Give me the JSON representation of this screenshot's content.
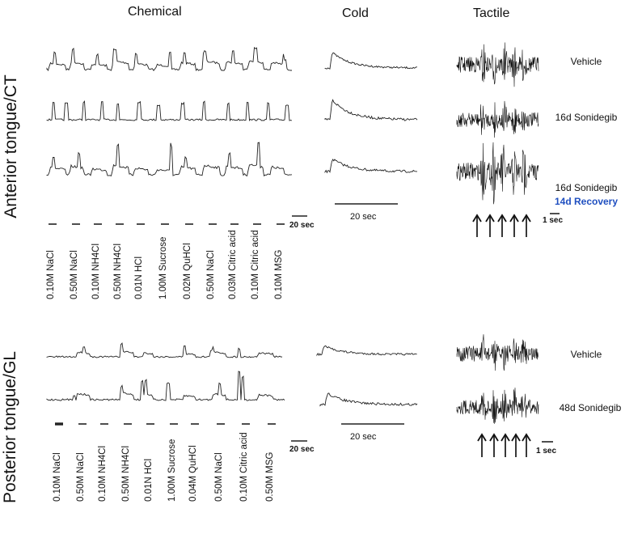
{
  "headers": {
    "chemical": "Chemical",
    "cold": "Cold",
    "tactile": "Tactile"
  },
  "sections": {
    "anterior": {
      "label": "Anterior tongue/CT",
      "conditions": [
        "Vehicle",
        "16d Sonidegib",
        "16d Sonidegib",
        "14d Recovery"
      ],
      "stimuli": [
        "0.10M NaCl",
        "0.50M NaCl",
        "0.10M NH4Cl",
        "0.50M NH4Cl",
        "0.01N HCl",
        "1.00M Sucrose",
        "0.02M QuHCl",
        "0.50M NaCl",
        "0.03M Citric acid",
        "0.10M Citric acid",
        "0.10M MSG"
      ],
      "scale_chemical": "20 sec",
      "scale_cold": "20 sec",
      "scale_tactile": "1 sec"
    },
    "posterior": {
      "label": "Posterior tongue/GL",
      "conditions": [
        "Vehicle",
        "48d Sonidegib"
      ],
      "stimuli": [
        "0.10M NaCl",
        "0.50M NaCl",
        "0.10M NH4Cl",
        "0.50M NH4Cl",
        "0.01N HCl",
        "1.00M Sucrose",
        "0.04M QuHCl",
        "0.50M NaCl",
        "0.10M Citric acid",
        "0.50M MSG"
      ],
      "scale_chemical": "20 sec",
      "scale_cold": "20 sec",
      "scale_tactile": "1 sec"
    }
  },
  "colors": {
    "trace": "#222222",
    "recovery": "#1f4fc0"
  }
}
